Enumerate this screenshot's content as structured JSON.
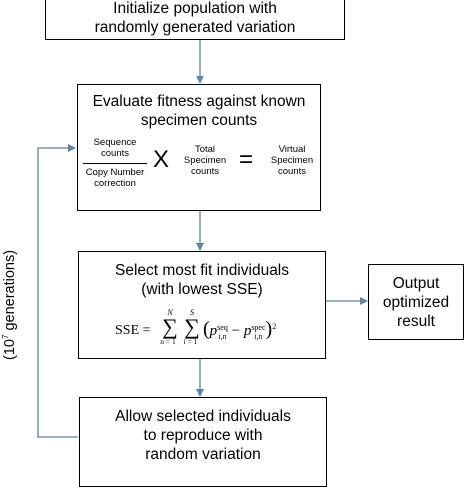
{
  "init_box": {
    "line1": "Initialize population with",
    "line2": "randomly generated variation"
  },
  "eval_box": {
    "line1": "Evaluate fitness against known",
    "line2": "specimen counts",
    "frac_num1": "Sequence",
    "frac_num2": "counts",
    "frac_den1": "Copy Number",
    "frac_den2": "correction",
    "times_symbol": "X",
    "total1": "Total",
    "total2": "Specimen",
    "total3": "counts",
    "equals_symbol": "=",
    "virtual1": "Virtual",
    "virtual2": "Specimen",
    "virtual3": "counts"
  },
  "select_box": {
    "line1": "Select most fit individuals",
    "line2": "(with lowest SSE)",
    "formula_lhs": "SSE",
    "sum_upper_outer": "N",
    "sum_lower_outer": "n = 1",
    "sum_upper_inner": "S",
    "sum_lower_inner": "i = 1",
    "p_seq_sup": "seq",
    "p_spec_sup": "spec",
    "p_sub": "i,n",
    "square": "2"
  },
  "output_box": {
    "line1": "Output",
    "line2": "optimized",
    "line3": "result"
  },
  "reproduce_box": {
    "line1": "Allow selected individuals",
    "line2": "to reproduce with",
    "line3": "random variation"
  },
  "loop_label": {
    "prefix": "(10",
    "exponent": "7",
    "suffix": " generations)"
  },
  "colors": {
    "arrow": "#5b84b1",
    "border": "#000000"
  }
}
